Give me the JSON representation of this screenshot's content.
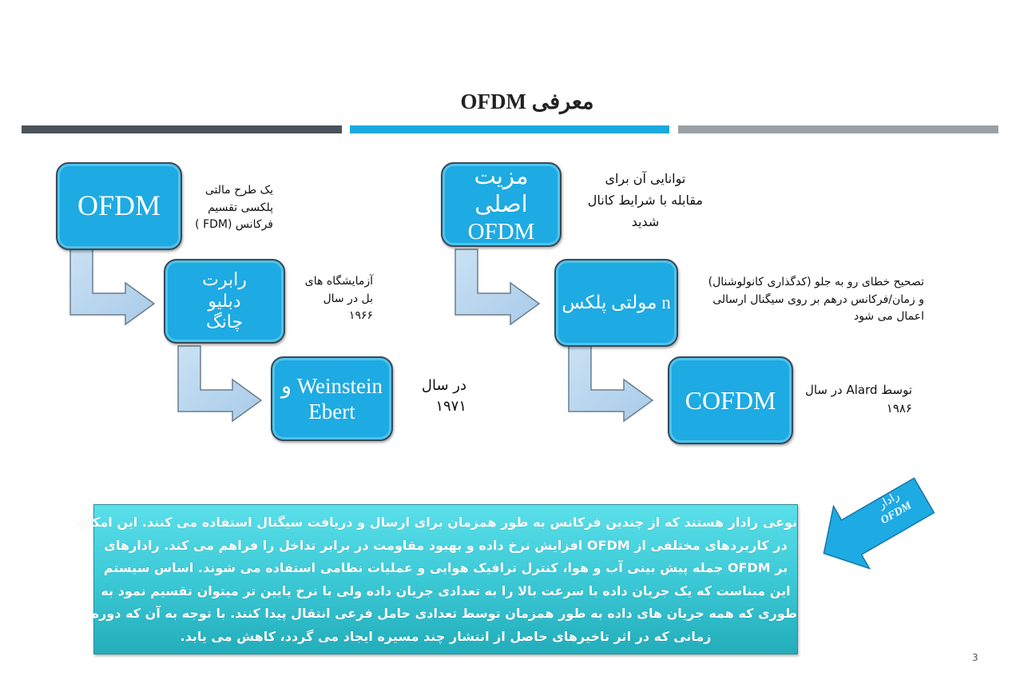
{
  "title": "معرفی OFDM",
  "colors": {
    "bar_dark": "#4a5359",
    "bar_blue": "#1ba9e1",
    "bar_gray": "#9aa0a6",
    "box": "#1eaae2",
    "arrow": "#b9d7ef"
  },
  "left_flow": {
    "boxes": [
      "OFDM",
      "رابرت دبلیو چانگ",
      "Weinstein و Ebert"
    ],
    "notes": [
      [
        "یک طرح مالتی",
        "پلکسی تقسیم",
        "فرکانس (FDM )"
      ],
      [
        "آزمایشگاه های",
        "بل در سال",
        "۱۹۶۶"
      ],
      [
        "در سال",
        "۱۹۷۱"
      ]
    ]
  },
  "right_flow": {
    "boxes": [
      "مزیت اصلی OFDM",
      "n مولتی پلکس",
      "COFDM"
    ],
    "notes": [
      [
        "توانایی آن برای",
        "مقابله با شرایط کانال",
        "شدید"
      ],
      [
        "تصحیح خطای رو به جلو (کدگذاری کانولوشنال)",
        "و زمان/فرکانس درهم بر روی سیگنال ارسالی",
        "اعمال می شود"
      ],
      [
        "توسط Alard در سال",
        "۱۹۸۶"
      ]
    ]
  },
  "callout_arrow": [
    "رادار",
    "OFDM"
  ],
  "paragraph": [
    "نوعی رادار هستند که از چندین فرکانس به طور همزمان برای ارسال و دریافت سیگنال استفاده می کنند. این امکان",
    "در کاربردهای مختلفی از  OFDM افزایش نرخ داده و بهبود مقاومت در برابر تداخل را فراهم می کند. رادارهای",
    "بر  OFDM جمله پیش بینی آب و هوا، کنترل ترافیک هوایی و عملیات نظامی استفاده می شوند. اساس سیستم",
    "این مبناست که یک جریان داده با سرعت بالا را به تعدادی جریان داده ولی با نرخ پایین تر میتوان تقسیم نمود به",
    "طوری که همه جریان های داده به طور همزمان توسط تعدادی حامل فرعی انتقال پیدا کنند. با توجه به آن که دوره",
    "زمانی که در اثر تاخیرهای حاصل از انتشار چند مسیره ایجاد می گردد، کاهش می یابد."
  ],
  "page_number": "3"
}
